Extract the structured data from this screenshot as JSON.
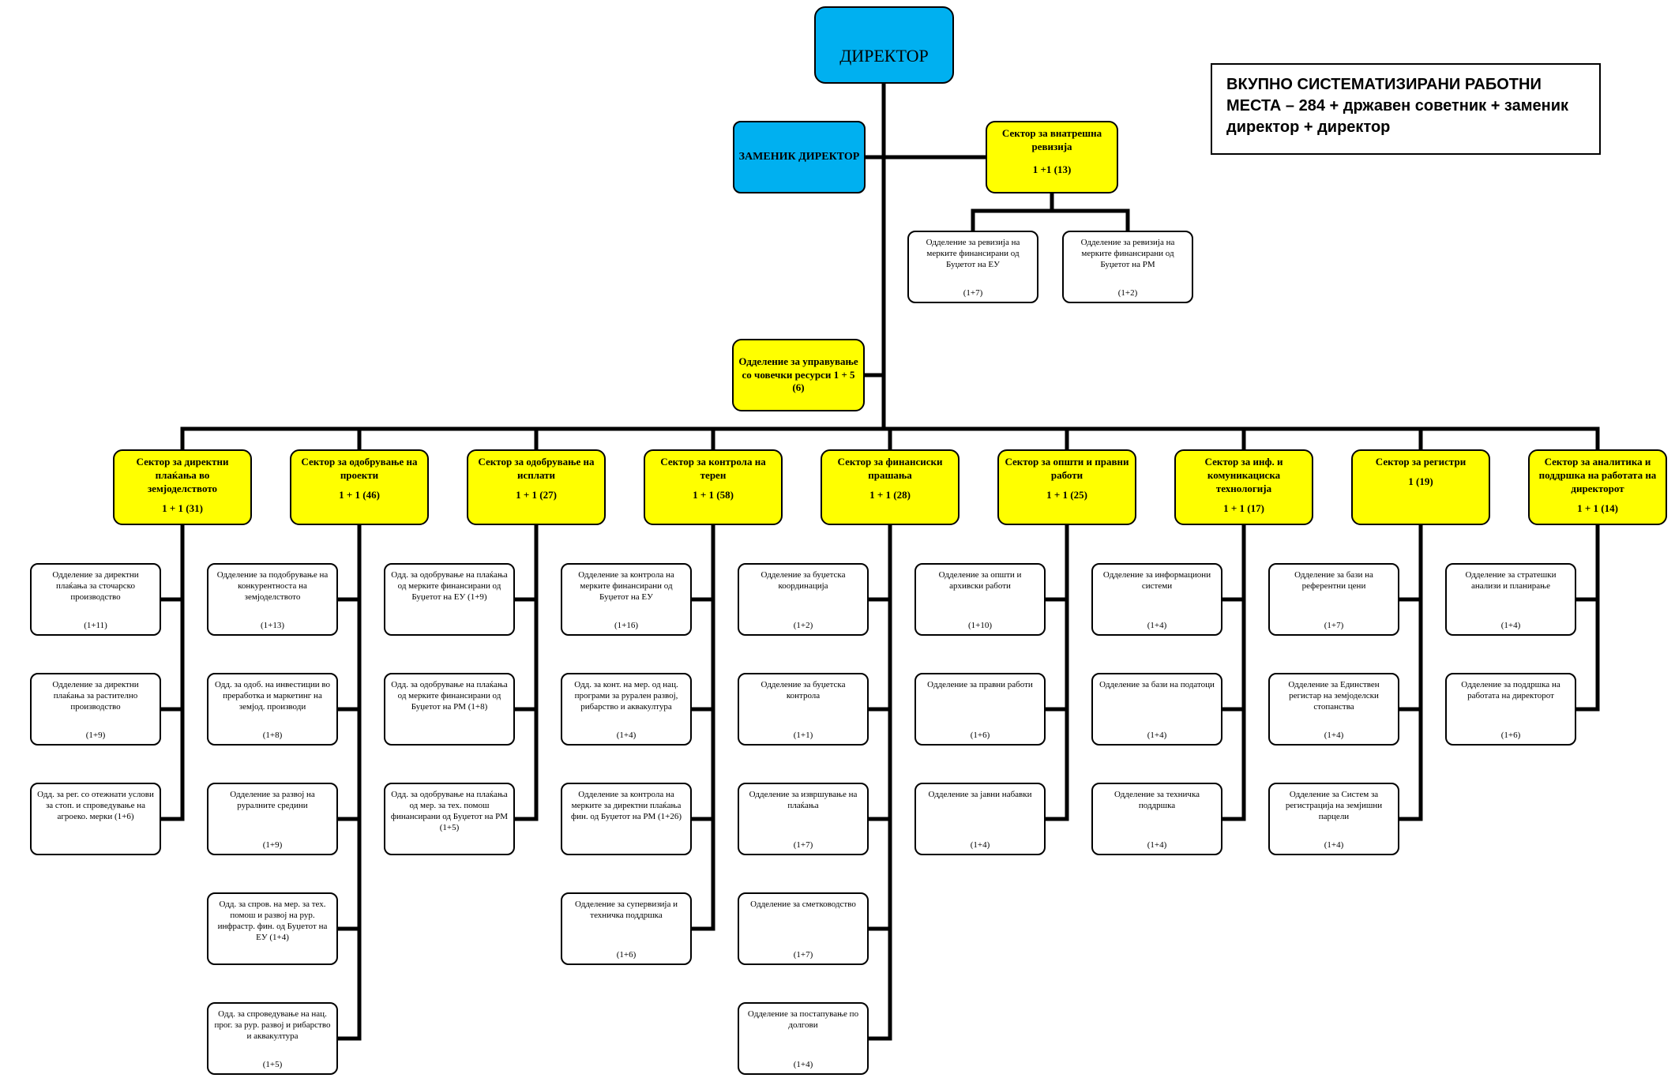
{
  "summary": "ВКУПНО СИСТЕМАТИЗИРАНИ РАБОТНИ МЕСТА – 284 + државен советник + заменик директор + директор",
  "director": {
    "label": "ДИРЕКТОР"
  },
  "deputy": {
    "label": "ЗАМЕНИК ДИРЕКТОР"
  },
  "audit": {
    "label": "Сектор за внатрешна ревизија",
    "count": "1 +1 (13)",
    "departments": [
      {
        "label": "Одделение за ревизија на мерките финансирани од Буџетот на ЕУ",
        "count": "(1+7)"
      },
      {
        "label": "Одделение за ревизија на мерките финансирани од Буџетот на РМ",
        "count": "(1+2)"
      }
    ]
  },
  "hr": {
    "label": "Одделение за управување со човечки ресурси 1 + 5 (6)"
  },
  "sectors": [
    {
      "label": "Сектор за директни плаќања во земјоделството",
      "count": "1 + 1 (31)",
      "departments": [
        {
          "label": "Одделение за директни плаќања за сточарско производство",
          "count": "(1+11)"
        },
        {
          "label": "Одделение за директни плаќања за растително производство",
          "count": "(1+9)"
        },
        {
          "label": "Одд. за рег. со отежнати услови за стоп. и спроведување на агроеко. мерки (1+6)",
          "count": ""
        }
      ]
    },
    {
      "label": "Сектор за одобрување на проекти",
      "count": "1 + 1 (46)",
      "departments": [
        {
          "label": "Одделение за подобрување на конкурентноста на земјоделството",
          "count": "(1+13)"
        },
        {
          "label": "Одд. за одоб. на инвестиции во преработка и маркетинг на земјод. производи",
          "count": "(1+8)"
        },
        {
          "label": "Одделение за развој на руралните средини",
          "count": "(1+9)"
        },
        {
          "label": "Одд. за спров. на мер. за тех. помош и развој на рур. инфрастр. фин. од Буџетот на ЕУ (1+4)",
          "count": ""
        },
        {
          "label": "Одд. за спроведување на нац. прог. за рур. развој и рибарство и аквакултура",
          "count": "(1+5)"
        }
      ]
    },
    {
      "label": "Сектор за одобрување на исплати",
      "count": "1 + 1 (27)",
      "departments": [
        {
          "label": "Одд. за одобрување на плаќања од мерките финансирани од Буџетот на ЕУ (1+9)",
          "count": ""
        },
        {
          "label": "Одд. за одобрување на плаќања од мерките финансирани од Буџетот на РМ (1+8)",
          "count": ""
        },
        {
          "label": "Одд. за одобрување на плаќања од мер. за тех. помош финансирани од Буџетот на РМ (1+5)",
          "count": ""
        }
      ]
    },
    {
      "label": "Сектор за контрола на терен",
      "count": "1 + 1 (58)",
      "departments": [
        {
          "label": "Одделение за контрола на мерките финансирани од Буџетот на ЕУ",
          "count": "(1+16)"
        },
        {
          "label": "Одд. за конт. на мер. од нац. програми за рурален развој, рибарство и аквакултура",
          "count": "(1+4)"
        },
        {
          "label": "Одделение за контрола на мерките за директни плаќања фин. од Буџетот на РМ (1+26)",
          "count": ""
        },
        {
          "label": "Одделение за супервизија и техничка поддршка",
          "count": "(1+6)"
        }
      ]
    },
    {
      "label": "Сектор за финансиски прашања",
      "count": "1 + 1 (28)",
      "departments": [
        {
          "label": "Одделение за буџетска координација",
          "count": "(1+2)"
        },
        {
          "label": "Одделение за буџетска контрола",
          "count": "(1+1)"
        },
        {
          "label": "Одделение за извршување на плаќања",
          "count": "(1+7)"
        },
        {
          "label": "Одделение за сметководство",
          "count": "(1+7)"
        },
        {
          "label": "Одделение за постапување по долгови",
          "count": "(1+4)"
        }
      ]
    },
    {
      "label": "Сектор за општи и правни работи",
      "count": "1 + 1 (25)",
      "departments": [
        {
          "label": "Одделение за општи и архивски работи",
          "count": "(1+10)"
        },
        {
          "label": "Одделение за правни работи",
          "count": "(1+6)"
        },
        {
          "label": "Одделение за јавни набавки",
          "count": "(1+4)"
        }
      ]
    },
    {
      "label": "Сектор за инф. и комуникациска технологија",
      "count": "1 + 1 (17)",
      "departments": [
        {
          "label": "Одделение за информациони системи",
          "count": "(1+4)"
        },
        {
          "label": "Одделение за бази на податоци",
          "count": "(1+4)"
        },
        {
          "label": "Одделение за техничка поддршка",
          "count": "(1+4)"
        }
      ]
    },
    {
      "label": "Сектор за регистри",
      "count": "1 (19)",
      "departments": [
        {
          "label": "Одделение за бази на референтни цени",
          "count": "(1+7)"
        },
        {
          "label": "Одделение за Единствен регистар на земјоделски стопанства",
          "count": "(1+4)"
        },
        {
          "label": "Одделение за Систем за регистрација на земјишни парцели",
          "count": "(1+4)"
        }
      ]
    },
    {
      "label": "Сектор за аналитика и поддршка на работата на директорот",
      "count": "1 + 1 (14)",
      "departments": [
        {
          "label": "Одделение за стратешки анализи и планирање",
          "count": "(1+4)"
        },
        {
          "label": "Одделение за поддршка на работата на директорот",
          "count": "(1+6)"
        }
      ]
    }
  ]
}
